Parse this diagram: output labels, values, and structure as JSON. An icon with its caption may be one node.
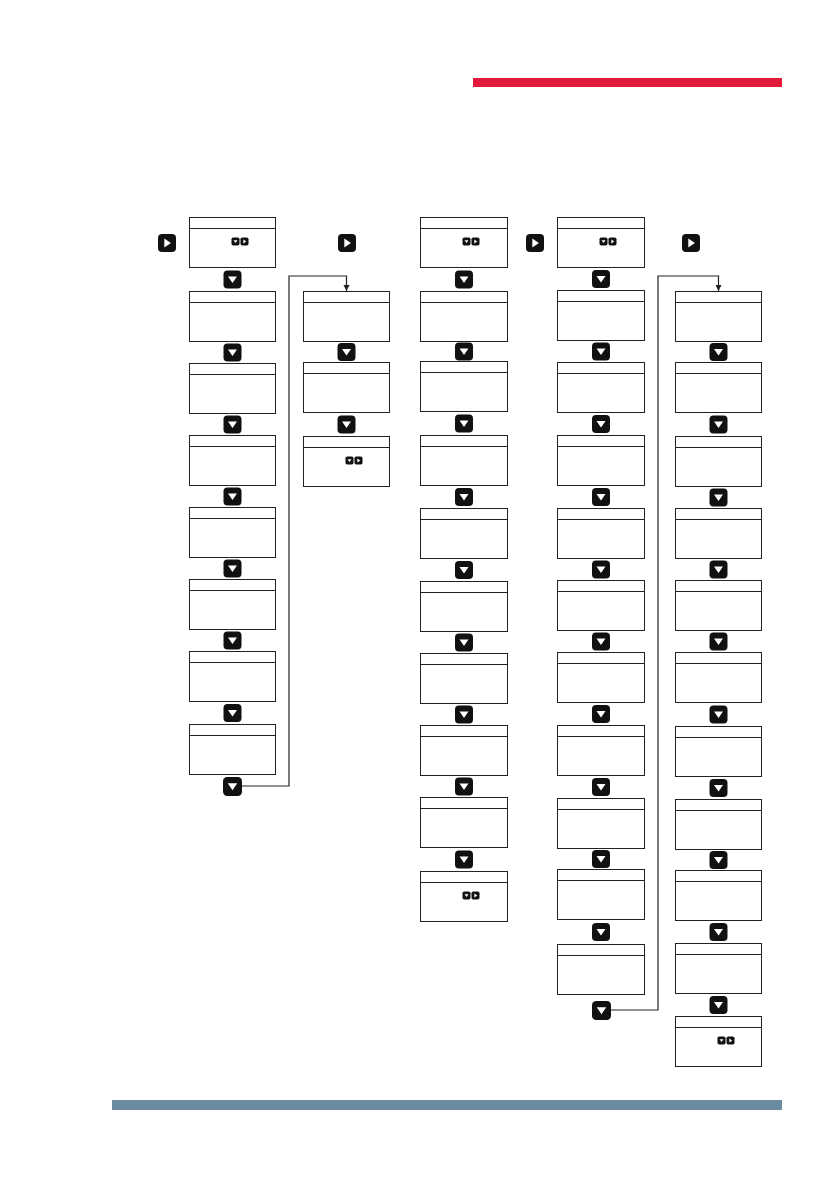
{
  "diagram": {
    "nodes": [
      {
        "text": [],
        "shape": "box"
      },
      {
        "text": [],
        "shape": "box"
      },
      {
        "text": [],
        "shape": "box"
      },
      {
        "text": [],
        "shape": "box"
      },
      {
        "text": [],
        "shape": "box"
      },
      {
        "text": [],
        "shape": "box"
      },
      {
        "text": [],
        "shape": "box"
      },
      {
        "text": [],
        "shape": "box"
      },
      {
        "text": [],
        "shape": "button"
      },
      {
        "text": [],
        "shape": "box"
      },
      {
        "text": [],
        "shape": "box"
      },
      {
        "text": [],
        "shape": "box"
      },
      {
        "text": [],
        "shape": "box"
      },
      {
        "text": [],
        "shape": "box"
      },
      {
        "text": [],
        "shape": "box"
      },
      {
        "text": [],
        "shape": "box"
      },
      {
        "text": [],
        "shape": "box"
      },
      {
        "text": [],
        "shape": "box"
      },
      {
        "text": [],
        "shape": "box"
      },
      {
        "text": [],
        "shape": "box"
      },
      {
        "text": [],
        "shape": "box"
      },
      {
        "text": [],
        "shape": "box"
      },
      {
        "text": [],
        "shape": "box"
      },
      {
        "text": [],
        "shape": "box"
      },
      {
        "text": [],
        "shape": "box"
      },
      {
        "text": [],
        "shape": "box"
      },
      {
        "text": [],
        "shape": "box"
      },
      {
        "text": [],
        "shape": "box"
      },
      {
        "text": [],
        "shape": "box"
      },
      {
        "text": [],
        "shape": "box"
      },
      {
        "text": [],
        "shape": "box"
      },
      {
        "text": [],
        "shape": "box"
      },
      {
        "text": [],
        "shape": "box"
      },
      {
        "text": [],
        "shape": "button"
      },
      {
        "text": [],
        "shape": "box"
      },
      {
        "text": [],
        "shape": "box"
      },
      {
        "text": [],
        "shape": "box"
      },
      {
        "text": [],
        "shape": "box"
      },
      {
        "text": [],
        "shape": "box"
      },
      {
        "text": [],
        "shape": "box"
      },
      {
        "text": [],
        "shape": "box"
      },
      {
        "text": [],
        "shape": "box"
      },
      {
        "text": [],
        "shape": "box"
      },
      {
        "text": [],
        "shape": "box"
      },
      {
        "text": [],
        "shape": "box"
      }
    ],
    "edges": [
      {
        "from": 8,
        "to": 9,
        "arrow": "to"
      },
      {
        "from": 33,
        "to": 34,
        "arrow": "to"
      }
    ]
  }
}
